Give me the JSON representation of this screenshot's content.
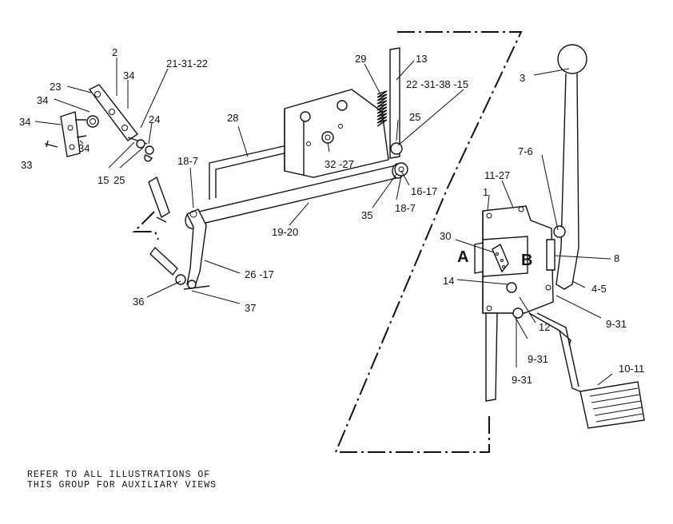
{
  "callouts": [
    {
      "id": "c1",
      "text": "2"
    },
    {
      "id": "c2",
      "text": "23"
    },
    {
      "id": "c3",
      "text": "34"
    },
    {
      "id": "c4",
      "text": "34"
    },
    {
      "id": "c5",
      "text": "34"
    },
    {
      "id": "c6",
      "text": "34"
    },
    {
      "id": "c7",
      "text": "33"
    },
    {
      "id": "c8",
      "text": "15"
    },
    {
      "id": "c9",
      "text": "25"
    },
    {
      "id": "c10",
      "text": "21-31-22"
    },
    {
      "id": "c11",
      "text": "24"
    },
    {
      "id": "c12",
      "text": "18-7"
    },
    {
      "id": "c13",
      "text": "28"
    },
    {
      "id": "c14",
      "text": "29"
    },
    {
      "id": "c15",
      "text": "13"
    },
    {
      "id": "c16",
      "text": "22 -31-38 -15"
    },
    {
      "id": "c17",
      "text": "25"
    },
    {
      "id": "c18",
      "text": "32 -27"
    },
    {
      "id": "c19",
      "text": "16-17"
    },
    {
      "id": "c20",
      "text": "35"
    },
    {
      "id": "c21",
      "text": "18-7"
    },
    {
      "id": "c22",
      "text": "19-20"
    },
    {
      "id": "c23",
      "text": "26 -17"
    },
    {
      "id": "c24",
      "text": "36"
    },
    {
      "id": "c25",
      "text": "37"
    },
    {
      "id": "c26",
      "text": "3"
    },
    {
      "id": "c27",
      "text": "7-6"
    },
    {
      "id": "c28",
      "text": "11-27"
    },
    {
      "id": "c29",
      "text": "1"
    },
    {
      "id": "c30",
      "text": "30"
    },
    {
      "id": "c31",
      "text": "8"
    },
    {
      "id": "c32",
      "text": "14"
    },
    {
      "id": "c33",
      "text": "4-5"
    },
    {
      "id": "c34",
      "text": "9-31"
    },
    {
      "id": "c35",
      "text": "12"
    },
    {
      "id": "c36",
      "text": "9-31"
    },
    {
      "id": "c37",
      "text": "9-31"
    },
    {
      "id": "c38",
      "text": "10-11"
    }
  ],
  "view_labels": {
    "a": "A",
    "b": "B"
  },
  "note": {
    "line1": "REFER TO ALL ILLUSTRATIONS OF",
    "line2": "THIS GROUP FOR AUXILIARY VIEWS"
  }
}
